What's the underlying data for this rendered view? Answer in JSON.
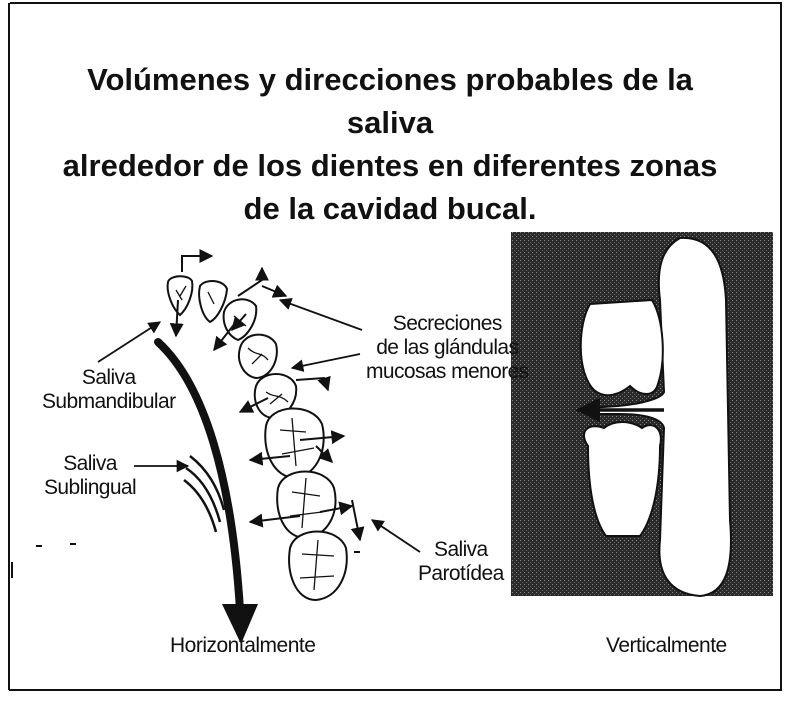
{
  "title": {
    "line1": "Volúmenes y direcciones probables de la saliva",
    "line2": "alrededor de los dientes en diferentes zonas",
    "line3": "de la cavidad bucal."
  },
  "labels": {
    "secreciones": [
      "Secreciones",
      "de las glándulas",
      "mucosas menores"
    ],
    "submandibular": [
      "Saliva",
      "Submandibular"
    ],
    "sublingual": [
      "Saliva",
      "Sublingual"
    ],
    "parotidea": [
      "Saliva",
      "Parotídea"
    ]
  },
  "captions": {
    "horizontal": "Horizontalmente",
    "vertical": "Verticalmente"
  }
}
